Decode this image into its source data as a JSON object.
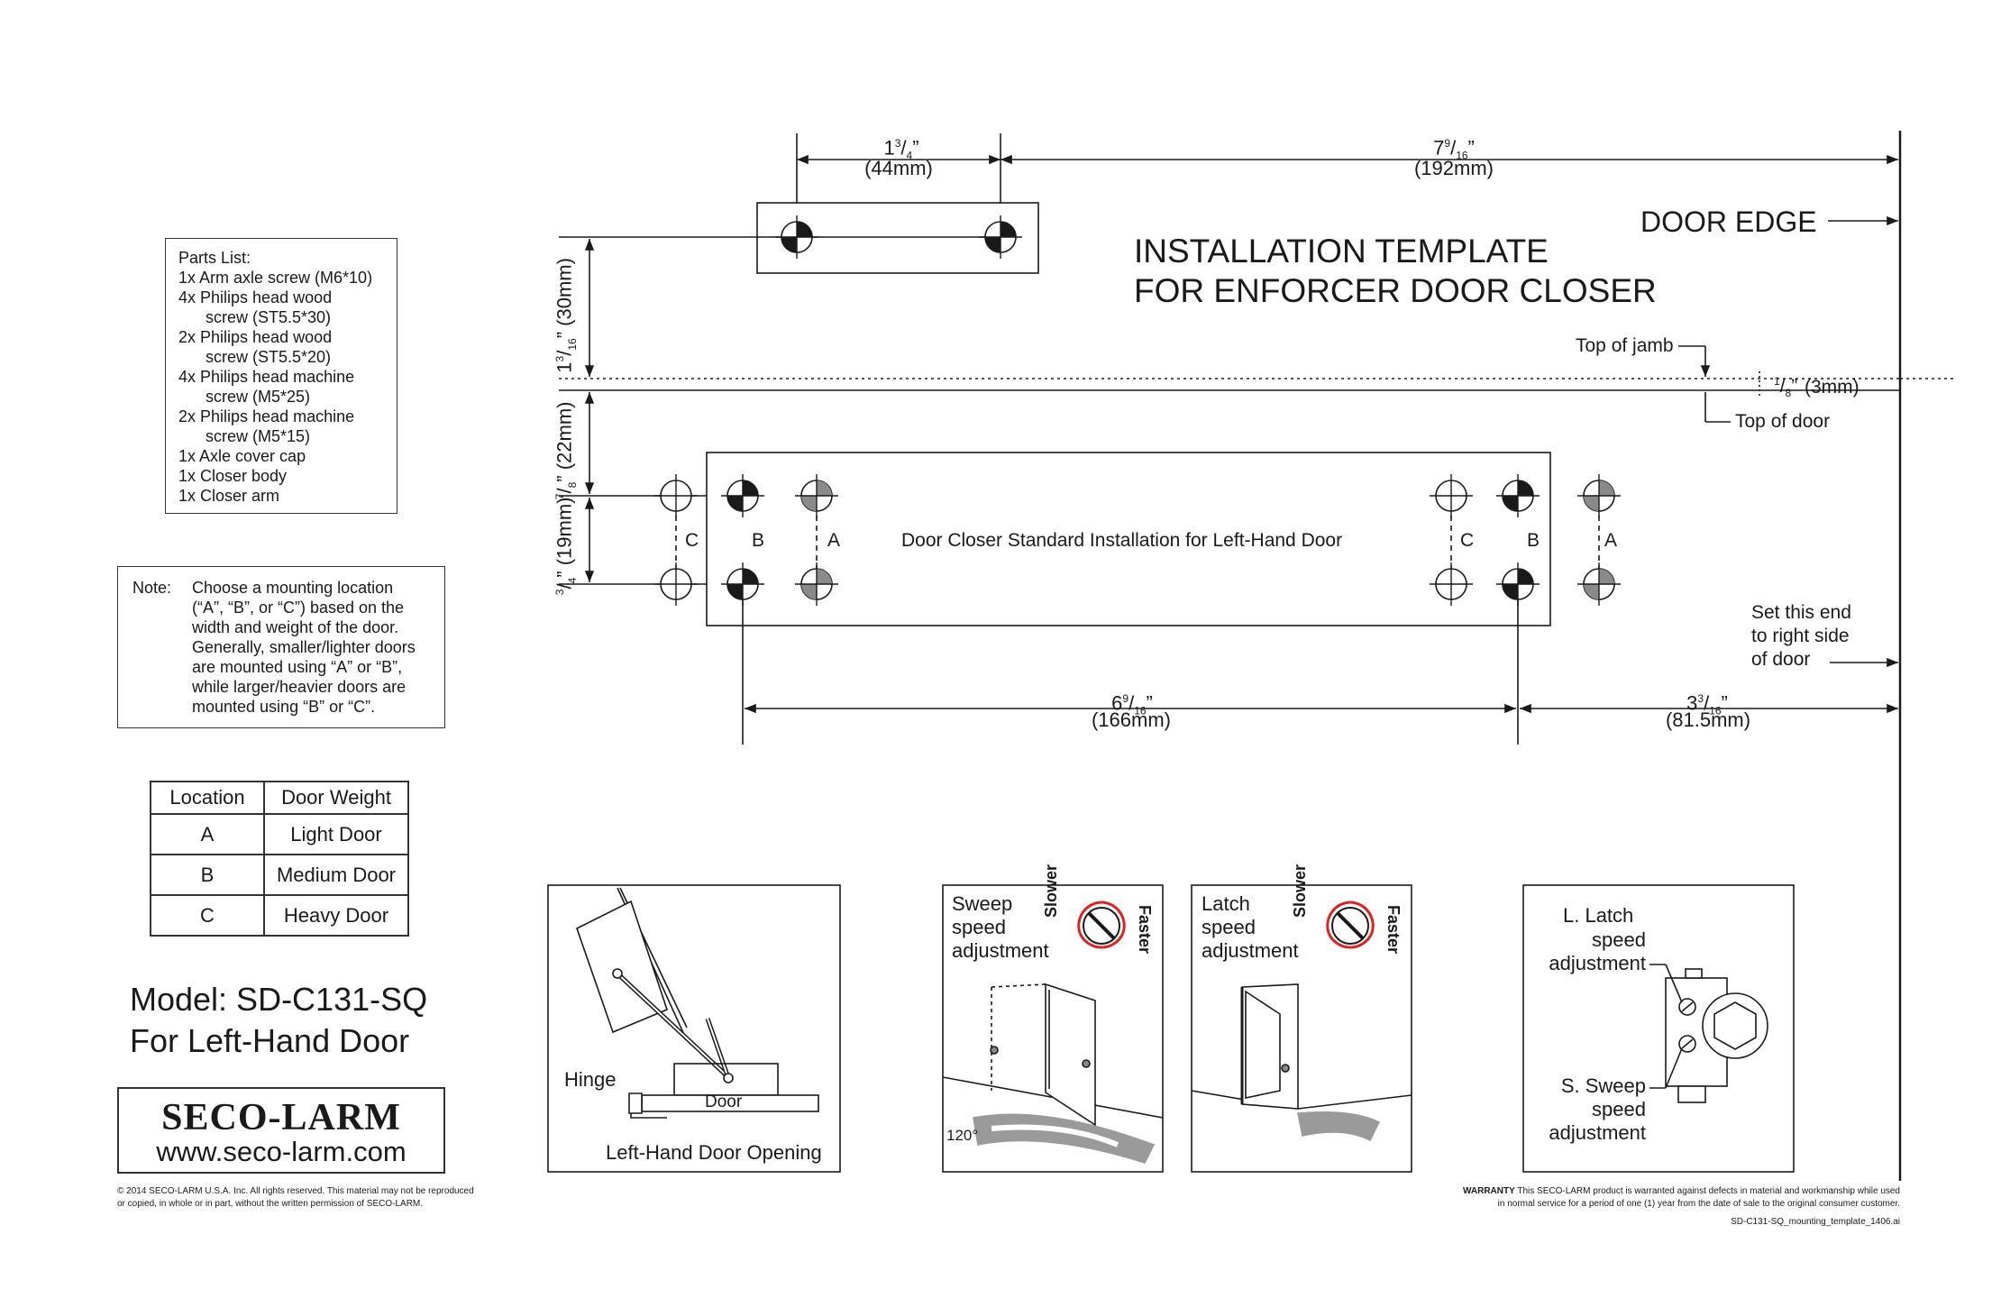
{
  "title": {
    "line1": "INSTALLATION TEMPLATE",
    "line2": "FOR ENFORCER DOOR CLOSER"
  },
  "door_edge_label": "DOOR EDGE",
  "top_of_jamb": "Top of jamb",
  "top_of_door": "Top of door",
  "gap_label": "(3mm)",
  "set_end": [
    "Set this end",
    "to right side",
    "of door"
  ],
  "closer_label": "Door Closer Standard Installation for Left-Hand Door",
  "hole_labels": [
    "C",
    "B",
    "A",
    "C",
    "B",
    "A"
  ],
  "dims": {
    "top_a_mm": "(44mm)",
    "top_b_mm": "(192mm)",
    "left_a_mm": "(30mm)",
    "left_b_mm": "(22mm)",
    "left_c_mm": "(19mm)",
    "bottom_a_mm": "(166mm)",
    "bottom_b_mm": "(81.5mm)"
  },
  "parts_list": {
    "heading": "Parts List:",
    "items": [
      {
        "text": "1x Arm axle screw (M6*10)",
        "indent": false
      },
      {
        "text": "4x Philips head wood",
        "indent": false
      },
      {
        "text": "screw (ST5.5*30)",
        "indent": true
      },
      {
        "text": "2x Philips head wood",
        "indent": false
      },
      {
        "text": "screw (ST5.5*20)",
        "indent": true
      },
      {
        "text": "4x Philips head machine",
        "indent": false
      },
      {
        "text": "screw (M5*25)",
        "indent": true
      },
      {
        "text": "2x Philips head machine",
        "indent": false
      },
      {
        "text": "screw (M5*15)",
        "indent": true
      },
      {
        "text": "1x Axle cover cap",
        "indent": false
      },
      {
        "text": "1x Closer body",
        "indent": false
      },
      {
        "text": "1x Closer arm",
        "indent": false
      }
    ]
  },
  "note": {
    "label": "Note:",
    "lines": [
      "Choose a mounting location",
      "(“A”, “B”, or “C”) based on the",
      "width and weight of the door.",
      "Generally, smaller/lighter doors",
      "are mounted using “A” or “B”,",
      "while larger/heavier doors are",
      "mounted using “B” or “C”."
    ]
  },
  "weight_table": {
    "headers": [
      "Location",
      "Door Weight"
    ],
    "rows": [
      [
        "A",
        "Light Door"
      ],
      [
        "B",
        "Medium Door"
      ],
      [
        "C",
        "Heavy Door"
      ]
    ]
  },
  "model": {
    "line1": "Model: SD-C131-SQ",
    "line2": "For Left-Hand Door"
  },
  "brand": {
    "name": "SECO-LARM",
    "url": "www.seco-larm.com"
  },
  "copyright": [
    "© 2014 SECO-LARM U.S.A. Inc. All rights reserved. This material may not be reproduced",
    "or copied, in whole or in part, without the written permission of SECO-LARM."
  ],
  "warranty": {
    "bold": "WARRANTY",
    "line1": " This SECO-LARM product is warranted against defects in material and workmanship while used",
    "line2": "in normal service for a period of one (1) year from the date of sale to the original consumer customer."
  },
  "file_name": "SD-C131-SQ_mounting_template_1406.ai",
  "panels": {
    "hinge": "Hinge",
    "door": "Door",
    "opening": "Left-Hand Door Opening",
    "sweep": [
      "Sweep",
      "speed",
      "adjustment"
    ],
    "latch": [
      "Latch",
      "speed",
      "adjustment"
    ],
    "slower": "Slower",
    "faster": "Faster",
    "angle": "120°",
    "valve_l": [
      "L.   Latch",
      "speed",
      "adjustment"
    ],
    "valve_s": [
      "S. Sweep",
      "speed",
      "adjustment"
    ]
  }
}
